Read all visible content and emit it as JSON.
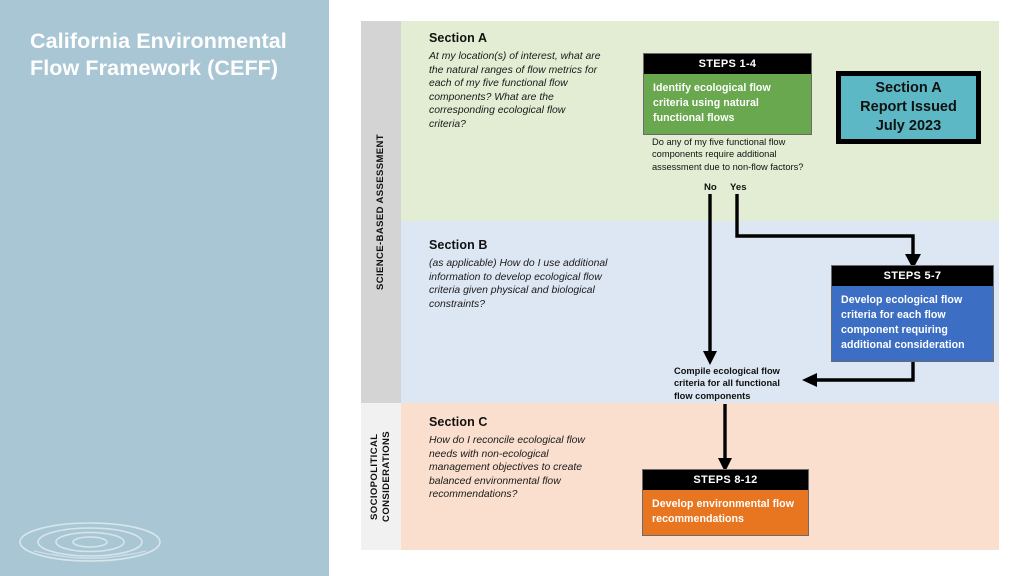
{
  "slide": {
    "title": "California Environmental Flow Framework (CEFF)",
    "title_panel_color": "#a9c6d4",
    "logo_icon": "water-ripple-icon"
  },
  "diagram": {
    "bands": [
      {
        "id": "science",
        "label": "SCIENCE-BASED ASSESSMENT",
        "color": "#d4d4d4"
      },
      {
        "id": "socio",
        "label": "SOCIOPOLITICAL\nCONSIDERATIONS",
        "color": "#f1f1f1"
      }
    ],
    "sections": [
      {
        "id": "a",
        "heading": "Section A",
        "question": "At my location(s) of interest, what are the natural ranges of flow metrics for each of my five functional flow components? What are the corresponding ecological flow criteria?",
        "color": "#e3edd3"
      },
      {
        "id": "b",
        "heading": "Section B",
        "question": "(as applicable) How do I use additional information to develop ecological flow criteria given physical and biological constraints?",
        "color": "#dde7f3"
      },
      {
        "id": "c",
        "heading": "Section C",
        "question": "How do I reconcile ecological flow needs with non-ecological management objectives to create balanced environmental flow recommendations?",
        "color": "#fadfce"
      }
    ],
    "steps": [
      {
        "id": "steps-1-4",
        "header": "STEPS 1-4",
        "body": "Identify ecological flow criteria using natural functional flows",
        "color": "#6aa84f"
      },
      {
        "id": "steps-5-7",
        "header": "STEPS 5-7",
        "body": "Develop ecological flow criteria for each flow component requiring additional consideration",
        "color": "#3c6fc4"
      },
      {
        "id": "steps-8-12",
        "header": "STEPS 8-12",
        "body": "Develop environmental flow recommendations",
        "color": "#e8751f"
      }
    ],
    "notes": {
      "nonflow_question": "Do any of my five functional flow components require additional assessment due to non-flow factors?",
      "compile": "Compile ecological flow criteria for all functional flow components"
    },
    "branch_labels": {
      "no": "No",
      "yes": "Yes"
    },
    "callout": {
      "text": "Section A\nReport Issued\nJuly 2023",
      "fill_color": "#5cb8c4",
      "border_color": "#000000"
    }
  }
}
